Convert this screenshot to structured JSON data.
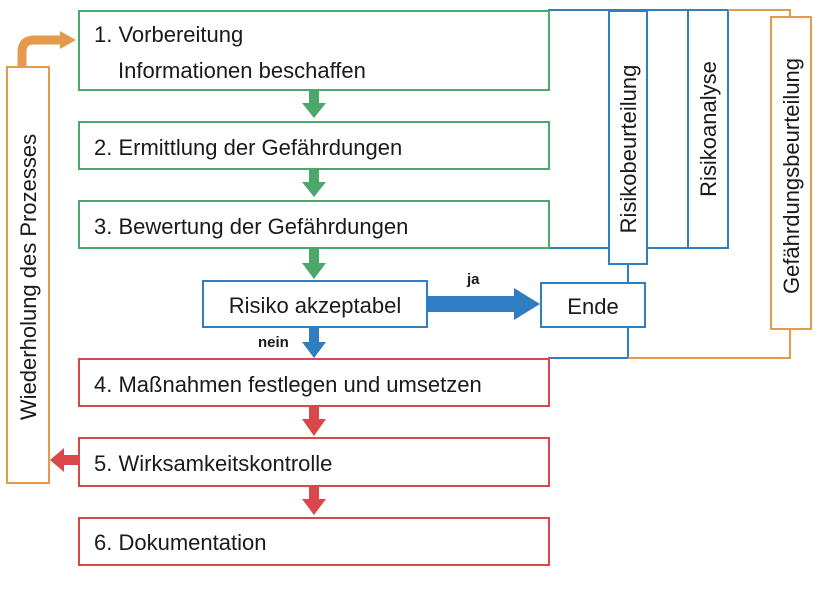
{
  "steps": {
    "s1_line1": "1. Vorbereitung",
    "s1_line2": "Informationen beschaffen",
    "s2": "2. Ermittlung der Gefährdungen",
    "s3": "3. Bewertung der Gefährdungen",
    "s4": "4. Maßnahmen festlegen und umsetzen",
    "s5": "5. Wirksamkeitskontrolle",
    "s6": "6. Dokumentation"
  },
  "decision": {
    "label": "Risiko akzeptabel",
    "yes": "ja",
    "no": "nein",
    "end": "Ende"
  },
  "brackets": {
    "risikobeurteilung": "Risikobeurteilung",
    "risikoanalyse": "Risikoanalyse",
    "gefaehrdungsbeurteilung": "Gefährdungsbeurteilung",
    "wiederholung": "Wiederholung des Prozesses"
  },
  "colors": {
    "green": "#4aa86a",
    "red": "#d9474b",
    "blue": "#2f7ec1",
    "orange": "#e39a4a"
  }
}
